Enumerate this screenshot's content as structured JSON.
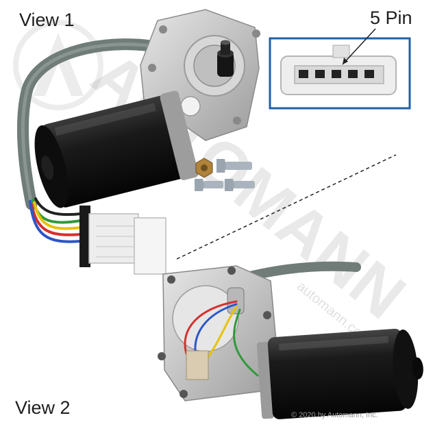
{
  "labels": {
    "view1": "View 1",
    "view2": "View 2",
    "pin_callout": "5 Pin",
    "copyright": "© 2020 by Automann, Inc.",
    "watermark_text": "AUTOMANN",
    "watermark_sub": "automann.com"
  },
  "colors": {
    "background": "#ffffff",
    "inset_border": "#1f5fa8",
    "motor_body": "#111111",
    "housing": "#c9c9c9",
    "cable": "#7d8a86",
    "connector": "#ececec"
  },
  "icons": {
    "watermark": "automann-logo-watermark"
  }
}
